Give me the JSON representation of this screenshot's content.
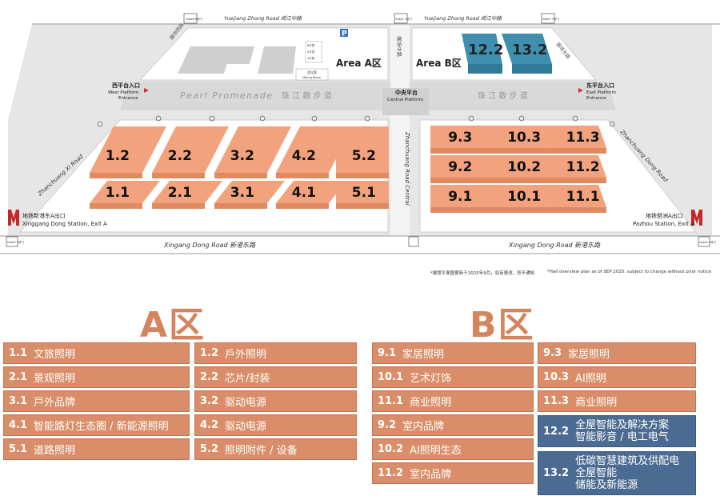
{
  "map": {
    "roads": {
      "top_left": "Yuejiang Zhong Road  阅江中路",
      "top_right": "Yuejiang Zhong Road  阅江中路",
      "bottom_left": "Xingang Dong Road  新港东路",
      "bottom_right": "Xingang Dong Road  新港东路",
      "left_diag": "Zhanchuang Xi Road",
      "right_diag": "Zhanchuang Dong Road",
      "left_upper": "展场西路",
      "right_upper": "展场东路",
      "central_upper": "展场中路",
      "central": "Zhanchuang Road Central",
      "promenade_en": "Pearl Promenade",
      "promenade_cn_left": "珠 江 散 步 道",
      "promenade_cn_right": "珠 江 散 步 道"
    },
    "gates": [
      "Gate8 8号门",
      "Gate1 1号门",
      "Gate7 7号门",
      "Gate3 3号门",
      "Gate4 4号门"
    ],
    "area_a": "Area A区",
    "area_b": "Area B区",
    "west_entrance": {
      "cn": "西平台入口",
      "en1": "West Platform",
      "en2": "Entrance"
    },
    "east_entrance": {
      "cn": "东平台入口",
      "en1": "East Platform",
      "en2": "Entrance"
    },
    "central_platform": {
      "cn": "中央平台",
      "en": "Central Platform"
    },
    "metro_left": {
      "cn": "地铁新港东A出口",
      "en": "Xinggang Dong Station, Exit A"
    },
    "metro_right": {
      "cn": "地铁琶洲A出口",
      "en": "Pazhou Station, Exit A"
    },
    "parking": "P",
    "meeting_room": {
      "cn": "会议室",
      "en": "Meting Room"
    },
    "small_labels": [
      "B/F层",
      "A/F层",
      "1/F层"
    ],
    "halls_a": [
      "1.2",
      "2.2",
      "3.2",
      "4.2",
      "5.2",
      "1.1",
      "2.1",
      "3.1",
      "4.1",
      "5.1"
    ],
    "halls_b": [
      "9.3",
      "10.3",
      "11.3",
      "9.2",
      "10.2",
      "11.2",
      "9.1",
      "10.1",
      "11.1"
    ],
    "halls_top": [
      "12.2",
      "13.2"
    ],
    "colors": {
      "hall": "#f2a27d",
      "hall_dark": "#e08a62",
      "blue_hall": "#3e8fb0",
      "ground": "#e6e6e6",
      "road": "#ffffff"
    }
  },
  "notes": {
    "cn": "*展馆平面图更新于2025年9月，如有更改，恕不通知",
    "en": "*Hall overview plan as of SEP 2025, subject to change without prior notice"
  },
  "legend": {
    "a_title": "A区",
    "b_title": "B区",
    "a_items": [
      {
        "code": "1.1",
        "label": "文旅照明"
      },
      {
        "code": "2.1",
        "label": "景观照明"
      },
      {
        "code": "3.1",
        "label": "戸外品牌"
      },
      {
        "code": "4.1",
        "label": "智能路灯生态圈 / 新能源照明"
      },
      {
        "code": "5.1",
        "label": "道路照明"
      },
      {
        "code": "1.2",
        "label": "戶外照明"
      },
      {
        "code": "2.2",
        "label": "芯片/封装"
      },
      {
        "code": "3.2",
        "label": "驱动电源"
      },
      {
        "code": "4.2",
        "label": "驱动电源"
      },
      {
        "code": "5.2",
        "label": "照明附件 / 设备"
      }
    ],
    "b_items": [
      {
        "code": "9.1",
        "label": "家居照明"
      },
      {
        "code": "10.1",
        "label": "艺术灯饰"
      },
      {
        "code": "11.1",
        "label": "商业照明"
      },
      {
        "code": "9.2",
        "label": "室内品牌"
      },
      {
        "code": "10.2",
        "label": "AI照明生态"
      },
      {
        "code": "11.2",
        "label": "室内品牌"
      },
      {
        "code": "9.3",
        "label": "家居照明"
      },
      {
        "code": "10.3",
        "label": "AI照明"
      },
      {
        "code": "11.3",
        "label": "商业照明"
      },
      {
        "code": "12.2",
        "label_lines": [
          "全屋智能及解决方案",
          "智能影音 / 电工电气"
        ]
      },
      {
        "code": "13.2",
        "label_lines": [
          "低碳智慧建筑及供配电",
          "全屋智能",
          "储能及新能源"
        ]
      }
    ]
  }
}
